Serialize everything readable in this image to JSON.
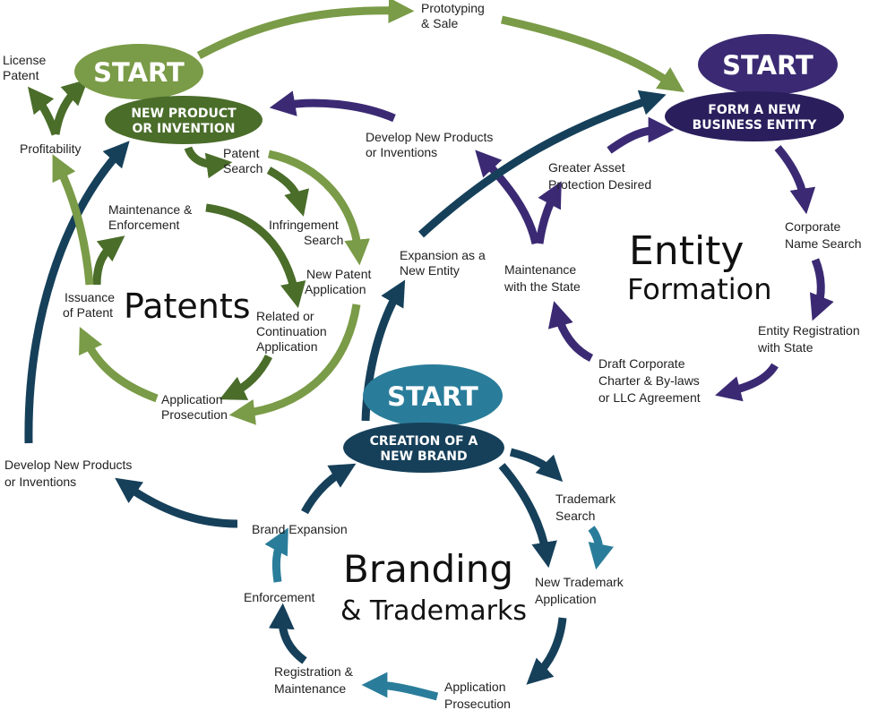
{
  "colors": {
    "patent_light": "#7a9b47",
    "patent_dark": "#4a6d2a",
    "entity": "#3b2a73",
    "brand_dark": "#16405a",
    "brand_light": "#2a7d9a",
    "label": "#222222"
  },
  "patents": {
    "start": "START",
    "sub": [
      "NEW PRODUCT",
      "OR INVENTION"
    ],
    "title": "Patents",
    "license_patent": [
      "License",
      "Patent"
    ],
    "profitability": "Profitability",
    "patent_search": [
      "Patent",
      "Search"
    ],
    "maintenance_enforcement": [
      "Maintenance &",
      "Enforcement"
    ],
    "infringement_search": [
      "Infringement",
      "Search"
    ],
    "new_patent_application": [
      "New Patent",
      "Application"
    ],
    "related_continuation": [
      "Related or",
      "Continuation",
      "Application"
    ],
    "issuance_of_patent": [
      "Issuance",
      "of Patent"
    ],
    "application_prosecution": [
      "Application",
      "Prosecution"
    ]
  },
  "entity": {
    "start": "START",
    "sub": [
      "FORM A NEW",
      "BUSINESS ENTITY"
    ],
    "title": [
      "Entity",
      "Formation"
    ],
    "corporate_name_search": [
      "Corporate",
      "Name Search"
    ],
    "entity_registration": [
      "Entity Registration",
      "with State"
    ],
    "draft_charter": [
      "Draft Corporate",
      "Charter & By-laws",
      "or LLC Agreement"
    ],
    "maintenance_state": [
      "Maintenance",
      "with the State"
    ],
    "greater_asset": [
      "Greater Asset",
      "Protection Desired"
    ],
    "develop_new_products": [
      "Develop New Products",
      "or Inventions"
    ]
  },
  "branding": {
    "start": "START",
    "sub": [
      "CREATION OF A",
      "NEW BRAND"
    ],
    "title": [
      "Branding",
      "& Trademarks"
    ],
    "trademark_search": [
      "Trademark",
      "Search"
    ],
    "new_trademark_application": [
      "New Trademark",
      "Application"
    ],
    "application_prosecution": [
      "Application",
      "Prosecution"
    ],
    "registration_maintenance": [
      "Registration &",
      "Maintenance"
    ],
    "enforcement": "Enforcement",
    "brand_expansion": "Brand Expansion",
    "develop_new_products": [
      "Develop New Products",
      "or Inventions"
    ]
  },
  "cross": {
    "prototyping_sale": [
      "Prototyping",
      "& Sale"
    ],
    "expansion_new_entity": [
      "Expansion as a",
      "New Entity"
    ]
  }
}
